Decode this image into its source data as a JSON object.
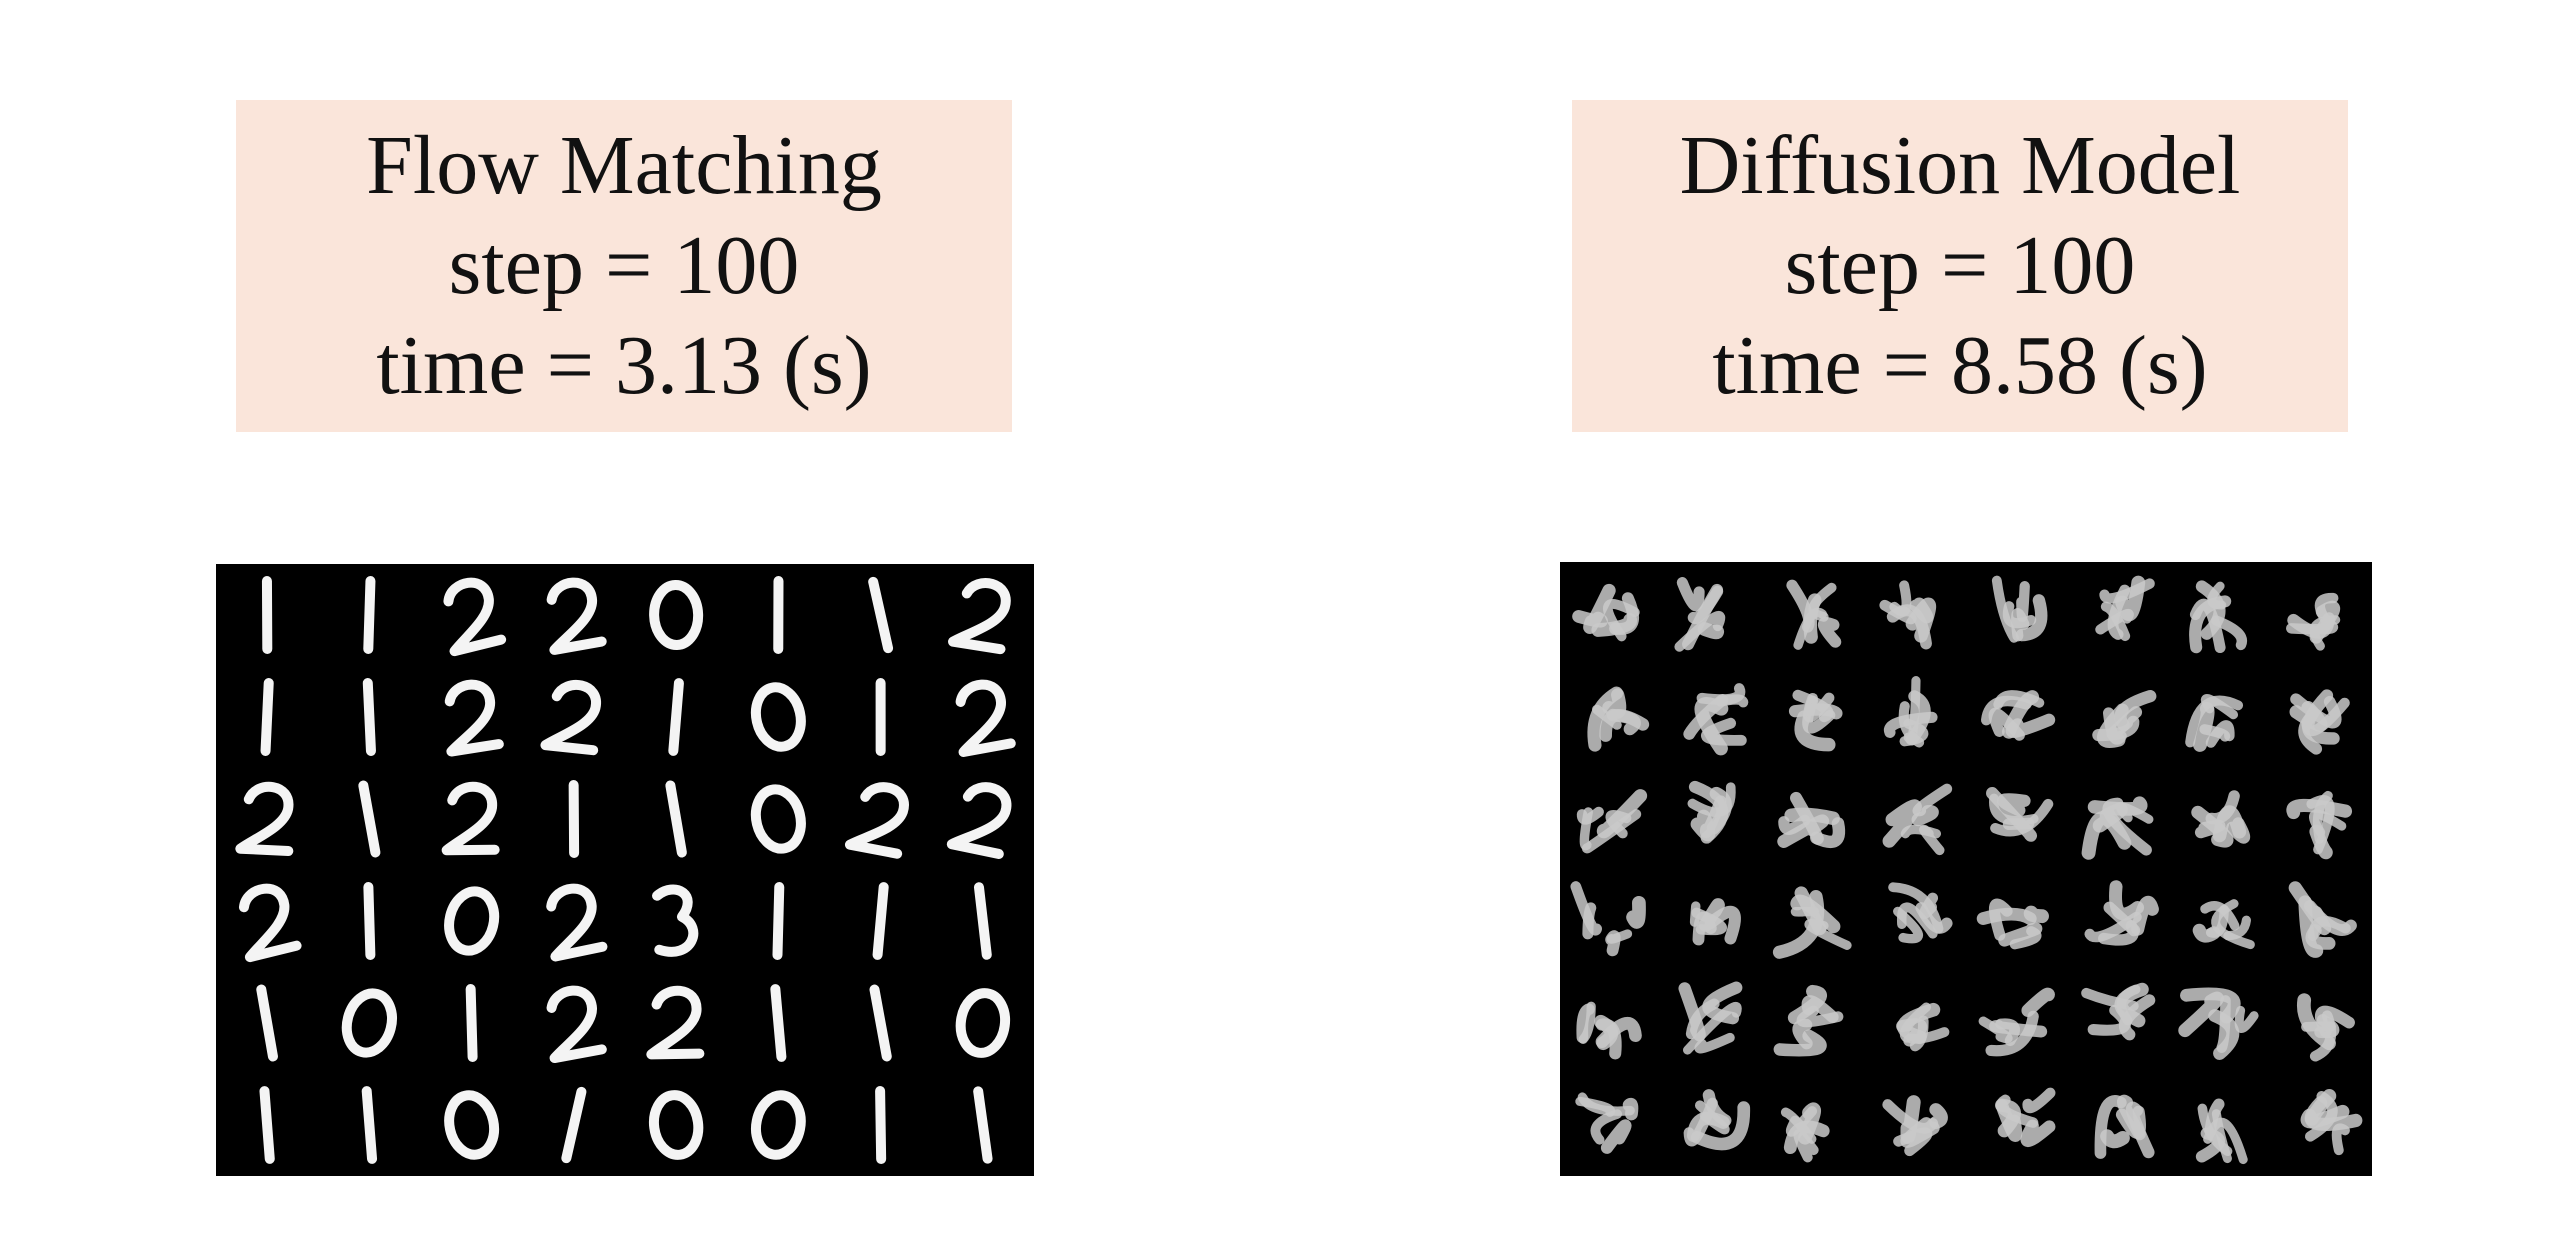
{
  "colors": {
    "label_background": "#fae5da",
    "label_text": "#111111",
    "grid_background": "#000000",
    "sample_clean": "#f4f4f4",
    "sample_noisy": "#c9c9c9"
  },
  "panels": [
    {
      "title": "Flow Matching",
      "step_text": "step = 100",
      "time_text": "time = 3.13 (s)",
      "grid": {
        "rows": 6,
        "cols": 8,
        "description_samples": "MNIST-like generated digits",
        "digits": [
          [
            "1",
            "1",
            "2",
            "2",
            "0",
            "1",
            "1",
            "2"
          ],
          [
            "1",
            "1",
            "2",
            "2",
            "1",
            "0",
            "1",
            "2"
          ],
          [
            "2",
            "1",
            "2",
            "1",
            "1",
            "0",
            "2",
            "2"
          ],
          [
            "2",
            "1",
            "0",
            "2",
            "3",
            "1",
            "1",
            "1"
          ],
          [
            "1",
            "0",
            "1",
            "2",
            "2",
            "1",
            "1",
            "0"
          ],
          [
            "1",
            "1",
            "0",
            "1",
            "0",
            "0",
            "1",
            "1"
          ]
        ]
      }
    },
    {
      "title": "Diffusion Model",
      "step_text": "step = 100",
      "time_text": "time = 8.58 (s)",
      "grid": {
        "rows": 6,
        "cols": 8,
        "description_samples": "noisy blob samples"
      }
    }
  ]
}
